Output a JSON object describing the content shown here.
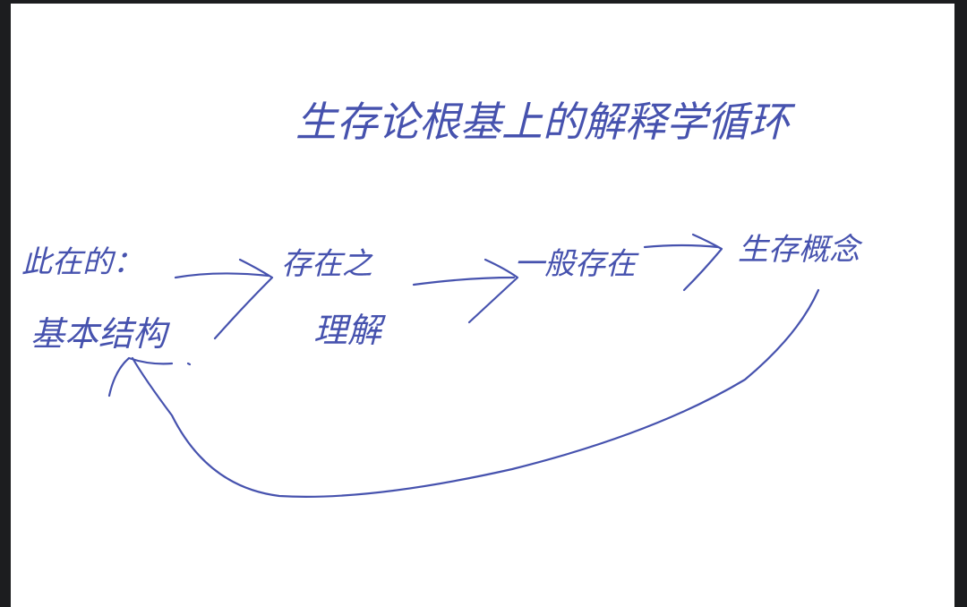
{
  "title": "生存论根基上的解释学循环",
  "nodes": [
    {
      "line1": "此在的：",
      "line2": "基本结构"
    },
    {
      "line1": "存在之",
      "line2": "理解"
    },
    {
      "line1": "一般存在",
      "line2": ""
    },
    {
      "line1": "生存概念",
      "line2": ""
    }
  ],
  "ink_color": "#4652ae",
  "background_color": "#ffffff",
  "frame_color": "#1c1d1f"
}
